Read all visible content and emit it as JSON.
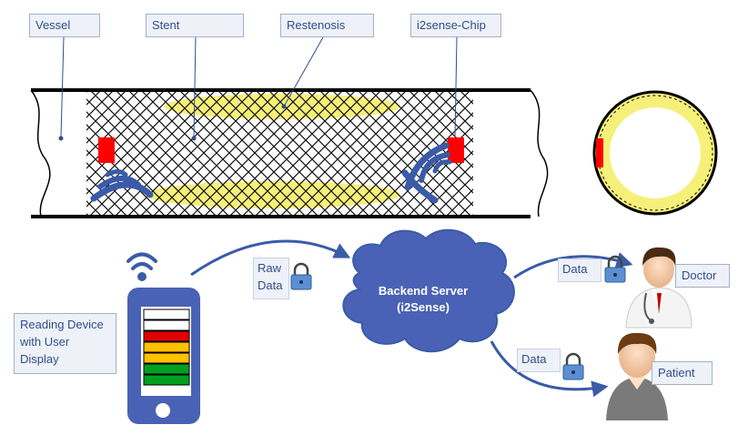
{
  "labels": {
    "vessel": "Vessel",
    "stent": "Stent",
    "restenosis": "Restenosis",
    "chip": "i2sense-Chip",
    "reading_device": "Reading Device with User Display",
    "doctor": "Doctor",
    "patient": "Patient"
  },
  "server": {
    "line1": "Backend Server",
    "line2": "(i2Sense)"
  },
  "data_flows": {
    "raw_data_line1": "Raw",
    "raw_data_line2": "Data",
    "to_doctor": "Data",
    "to_patient": "Data"
  },
  "colors": {
    "accent_blue": "#3a5ba8",
    "label_text": "#2f4e8c",
    "restenosis_yellow": "#f6f07a",
    "chip_red": "#ff0000",
    "cloud_blue": "#4a62b5"
  }
}
